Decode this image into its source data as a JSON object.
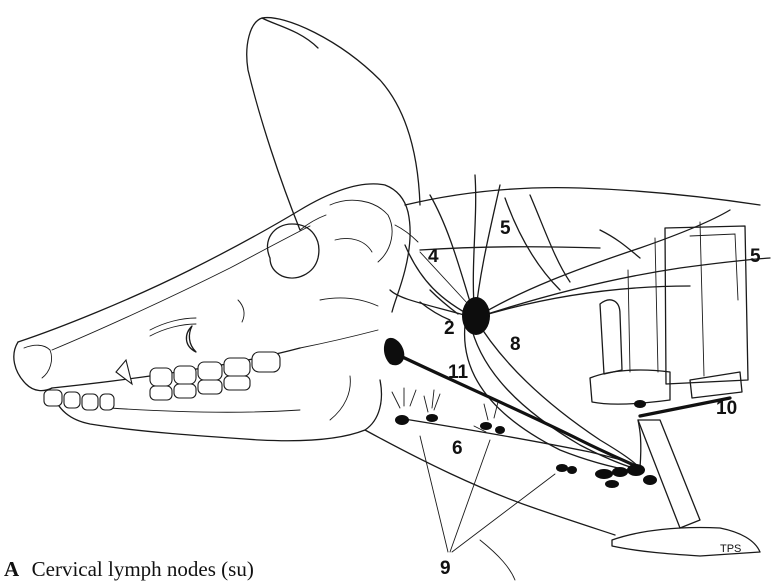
{
  "caption": {
    "letter": "A",
    "text": "Cervical lymph nodes (su)"
  },
  "labels": {
    "l2": "2",
    "l4": "4",
    "l5a": "5",
    "l5b": "5",
    "l6": "6",
    "l8": "8",
    "l9": "9",
    "l10": "10",
    "l11": "11"
  },
  "signature": "TPS"
}
